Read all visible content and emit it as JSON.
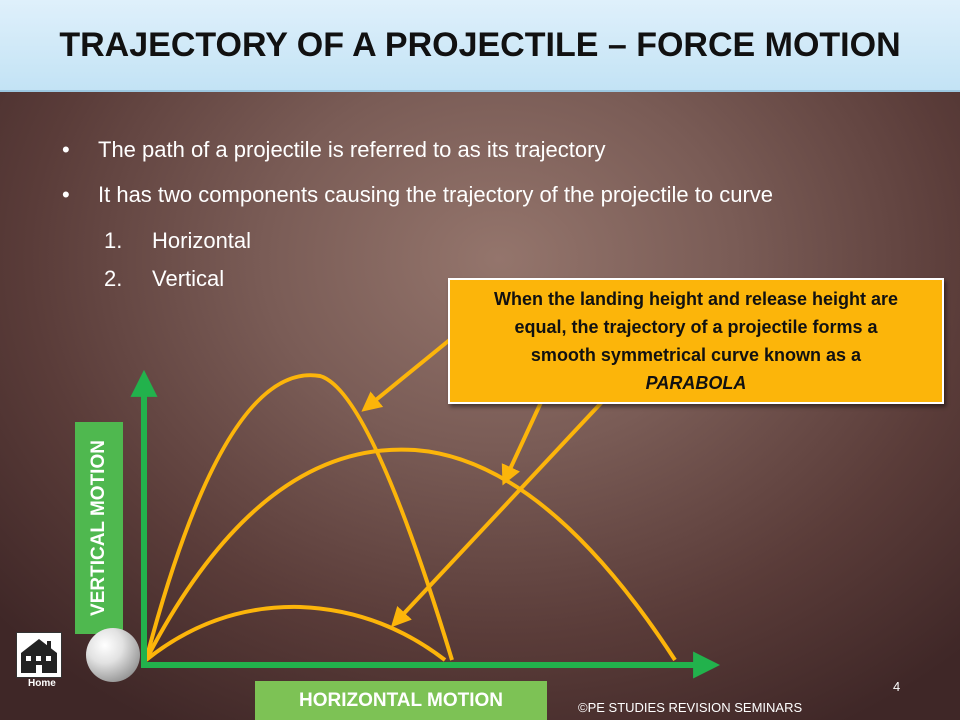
{
  "title": "TRAJECTORY OF A PROJECTILE – FORCE MOTION",
  "bullets": [
    "The path of a projectile is referred to as its trajectory",
    "It has two components causing the trajectory of the projectile to curve"
  ],
  "sub_items": [
    {
      "num": "1.",
      "text": "Horizontal"
    },
    {
      "num": "2.",
      "text": "Vertical"
    }
  ],
  "callout": {
    "line1": "When the landing height and release height are",
    "line2": "equal, the trajectory of a projectile forms a",
    "line3": "smooth symmetrical curve known as a",
    "emphasis": "PARABOLA"
  },
  "vertical_label": "VERTICAL MOTION",
  "horizontal_label": "HORIZONTAL MOTION",
  "home_label": "Home",
  "page_number": "4",
  "copyright": "©PE STUDIES REVISION SEMINARS",
  "colors": {
    "axis": "#22b24c",
    "trajectory": "#fcb50a",
    "callout_fill": "#fcb50a",
    "label_fill": "#4fb84f"
  },
  "icons": [
    "house-icon",
    "golf-ball-icon"
  ]
}
